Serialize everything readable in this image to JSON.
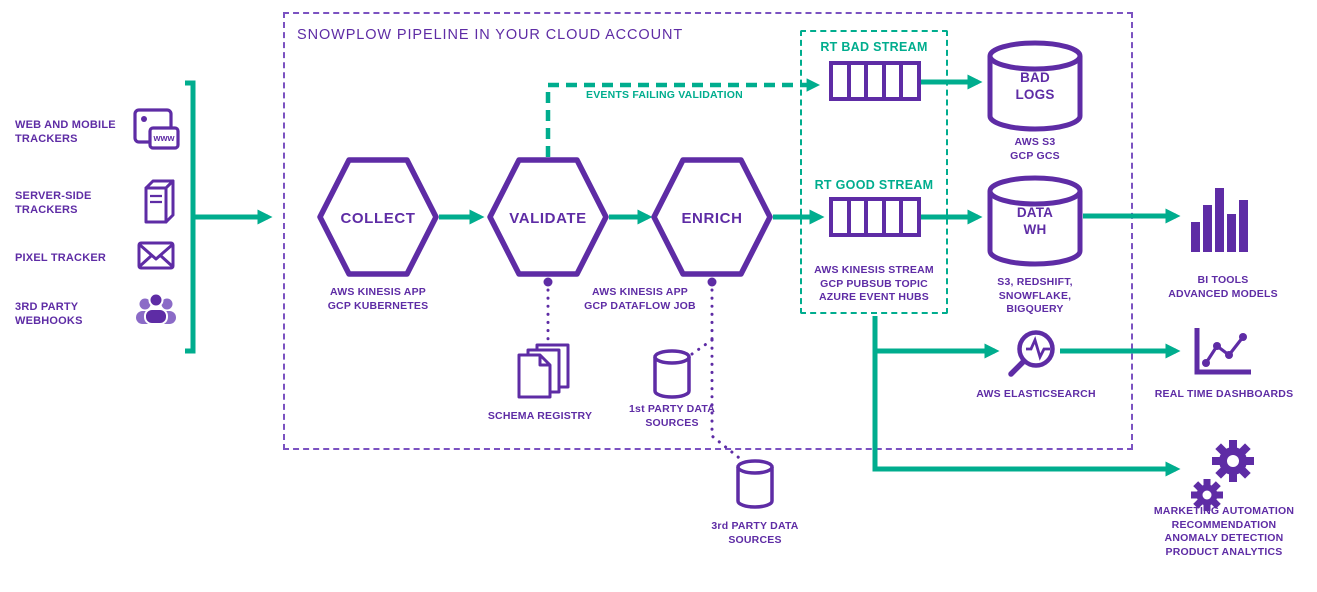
{
  "colors": {
    "purple": "#5E2CA5",
    "purple_light": "#8B6BC7",
    "teal": "#00AD8E"
  },
  "header": {
    "title": "SNOWPLOW PIPELINE IN YOUR CLOUD ACCOUNT"
  },
  "sources": [
    {
      "label": "WEB AND MOBILE\nTRACKERS",
      "icon": "browser-www-icon"
    },
    {
      "label": "SERVER-SIDE\nTRACKERS",
      "icon": "server-icon"
    },
    {
      "label": "PIXEL TRACKER",
      "icon": "envelope-icon"
    },
    {
      "label": "3RD PARTY\nWEBHOOKS",
      "icon": "people-icon"
    }
  ],
  "icon_text": {
    "www": "www"
  },
  "stages": [
    {
      "label": "COLLECT",
      "sublabel": "AWS KINESIS APP\nGCP KUBERNETES"
    },
    {
      "label": "VALIDATE",
      "sublabel": "AWS KINESIS APP\nGCP DATAFLOW JOB"
    },
    {
      "label": "ENRICH"
    }
  ],
  "events_failing_label": "EVENTS FAILING VALIDATION",
  "streams": {
    "bad_label": "RT BAD STREAM",
    "good_label": "RT GOOD STREAM",
    "tech_label": "AWS KINESIS STREAM\nGCP PUBSUB TOPIC\nAZURE EVENT HUBS"
  },
  "storage": {
    "bad_logs": {
      "label": "BAD\nLOGS",
      "sublabel": "AWS S3\nGCP GCS"
    },
    "data_wh": {
      "label": "DATA\nWH",
      "sublabel": "S3, REDSHIFT,\nSNOWFLAKE, BIGQUERY"
    }
  },
  "aux": {
    "schema_registry": "SCHEMA REGISTRY",
    "first_party": "1st PARTY DATA\nSOURCES",
    "third_party": "3rd PARTY DATA\nSOURCES",
    "elasticsearch": "AWS ELASTICSEARCH"
  },
  "outputs": {
    "bi_tools": "BI TOOLS\nADVANCED MODELS",
    "dashboards": "REAL TIME DASHBOARDS",
    "activation": "MARKETING AUTOMATION\nRECOMMENDATION\nANOMALY DETECTION\nPRODUCT ANALYTICS"
  }
}
